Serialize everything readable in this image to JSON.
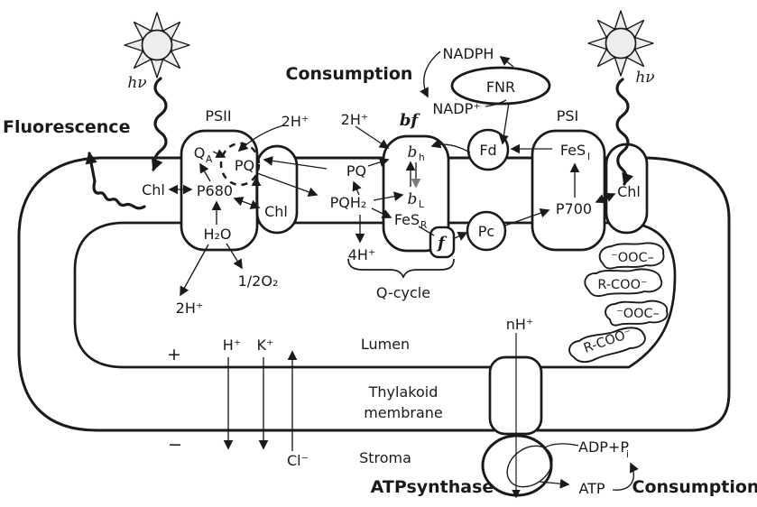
{
  "colors": {
    "ink": "#1a1a1a",
    "sun_fill": "#ededed",
    "background": "#ffffff",
    "grey_arrow": "#7a7a7a"
  },
  "labels": {
    "fluorescence": "Fluorescence",
    "hv_left": "hν",
    "hv_right": "hν",
    "psii": "PSII",
    "psi": "PSI",
    "bf": "bf",
    "consumption_top": "Consumption",
    "consumption_bottom": "Consumption",
    "nadph": "NADPH",
    "nadp_plus": "NADP⁺",
    "fnr": "FNR",
    "fd": "Fd",
    "pc": "Pc",
    "qa": "Q",
    "qa_sub": "A",
    "pq_site": "PQ",
    "pq_pool": "PQ",
    "pqh2": "PQH₂",
    "p680": "P680",
    "p700": "P700",
    "chl_left": "Chl",
    "chl_psii": "Chl",
    "chl_psi": "Chl",
    "h2o": "H₂O",
    "two_h_plus_psii": "2H⁺",
    "two_h_plus_bf": "2H⁺",
    "two_h_plus_water": "2H⁺",
    "four_h_plus": "4H⁺",
    "half_o2": "1/2O₂",
    "b_h": "b",
    "b_h_sub": "h",
    "b_l": "b",
    "b_l_sub": "L",
    "fes_r": "FeS",
    "fes_r_sub": "R",
    "fes_i": "FeS",
    "fes_i_sub": "I",
    "f_cyt": "f",
    "q_cycle": "Q-cycle",
    "ooc_top": "⁻OOC–",
    "rcoo_mid": "R-COO⁻",
    "ooc_mid": "⁻OOC–",
    "rcoo_bottom": "R-COO⁻",
    "plus_sign": "+",
    "minus_sign": "−",
    "h_plus": "H⁺",
    "k_plus": "K⁺",
    "cl_minus": "Cl⁻",
    "n_h_plus": "nH⁺",
    "lumen": "Lumen",
    "thylakoid": "Thylakoid",
    "membrane": "membrane",
    "stroma": "Stroma",
    "atp_synthase": "ATPsynthase",
    "adp_pi": "ADP+P",
    "adp_pi_sub": "i",
    "atp": "ATP"
  }
}
